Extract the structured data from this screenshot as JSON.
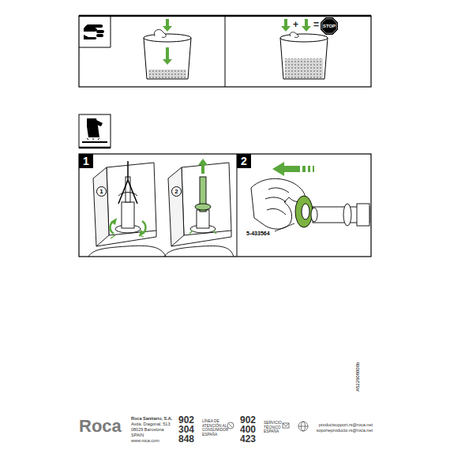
{
  "diagram": {
    "nodes": [
      {
        "text": [
          "STOP"
        ]
      },
      {
        "text": [
          "1"
        ]
      },
      {
        "text": [
          "2"
        ]
      },
      {
        "text": [
          "1"
        ]
      },
      {
        "text": [
          "2"
        ]
      }
    ],
    "labels": [
      "+",
      "=",
      "5-433564",
      "A522608000b",
      "Roca",
      "Roca Sanitario, S.A.",
      "Avda. Diagonal, 513",
      "08029 Barcelona",
      "SPAIN",
      "www.roca.com",
      "902 304 848",
      "LÍNEA DE ATENCIÓN AL CONSUMIDOR ESPAÑA",
      "902 400 423",
      "SERVICIO TÉCNICO ESPAÑA",
      "productsupport.rs@roca.net",
      "soporteproducto.rs@roca.net"
    ]
  }
}
